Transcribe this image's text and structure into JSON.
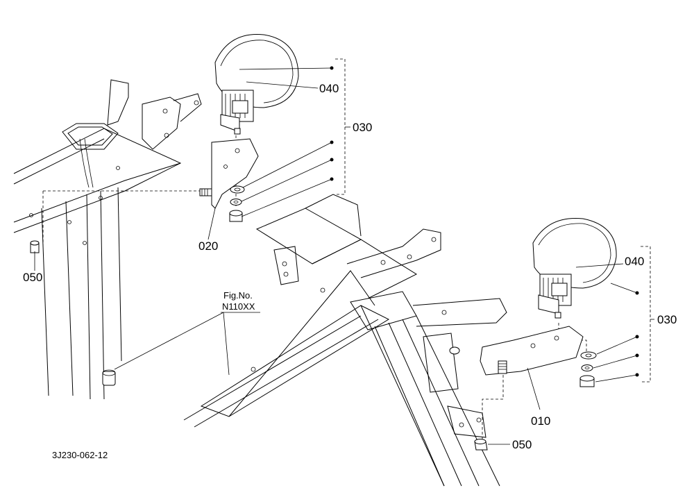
{
  "figure_ref": {
    "fig_label": "Fig.No.",
    "fig_number": "N110XX"
  },
  "drawing_id": "3J230-062-12",
  "callouts": {
    "p040_top": "040",
    "p030_top": "030",
    "p020": "020",
    "p050_left": "050",
    "p040_right": "040",
    "p030_right": "030",
    "p010": "010",
    "p050_right": "050"
  }
}
